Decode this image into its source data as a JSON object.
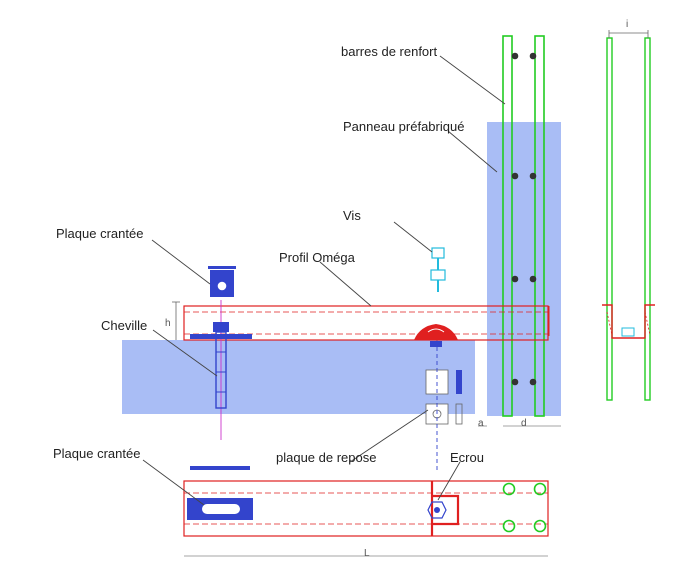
{
  "labels": {
    "barres": "barres de renfort",
    "panneau": "Panneau préfabriqué",
    "vis": "Vis",
    "profil": "Profil Oméga",
    "plaque_crantee_top": "Plaque crantée",
    "cheville": "Cheville",
    "plaque_repose": "plaque de repose",
    "ecrou": "Ecrou",
    "plaque_crantee_bottom": "Plaque crantée"
  },
  "dimensions": {
    "h": "h",
    "a": "a",
    "d": "d",
    "i": "i",
    "L": "L"
  },
  "colors": {
    "panel_fill": "#a9bdf5",
    "slab_fill": "#a9bdf5",
    "rebar": "#22cc22",
    "profile": "#e02020",
    "bolt": "#3344cc",
    "screw": "#22bbdd",
    "leader": "#444444"
  }
}
